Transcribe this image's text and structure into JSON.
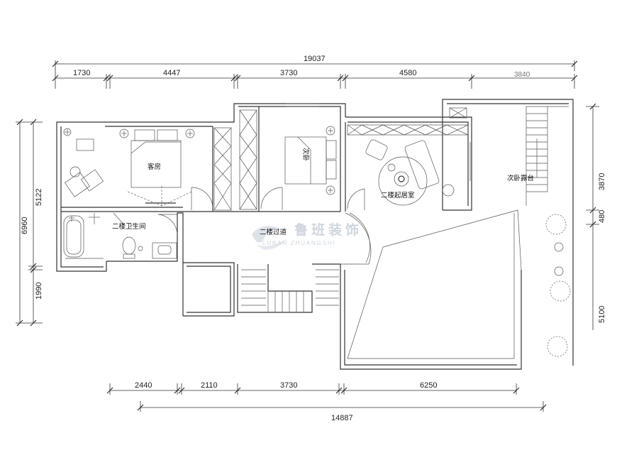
{
  "dimensions": {
    "top_total": "19037",
    "top": [
      "1730",
      "4447",
      "3730",
      "4580"
    ],
    "top_extra": "3840",
    "bottom_total": "14887",
    "bottom": [
      "2440",
      "2110",
      "3730",
      "6250"
    ],
    "left_total": "6960",
    "left": [
      "5122",
      "1990"
    ],
    "right": [
      "3870",
      "480",
      "5100"
    ]
  },
  "rooms": {
    "guest_room": "客房",
    "second_bedroom": "次卧",
    "second_floor_bathroom": "二楼卫生间",
    "second_floor_corridor": "二楼过道",
    "second_floor_living": "二楼起居室",
    "second_bedroom_terrace": "次卧露台"
  },
  "watermark": {
    "title": "鲁班装饰",
    "subtitle": "LUBAN ZHUANGSHI"
  }
}
